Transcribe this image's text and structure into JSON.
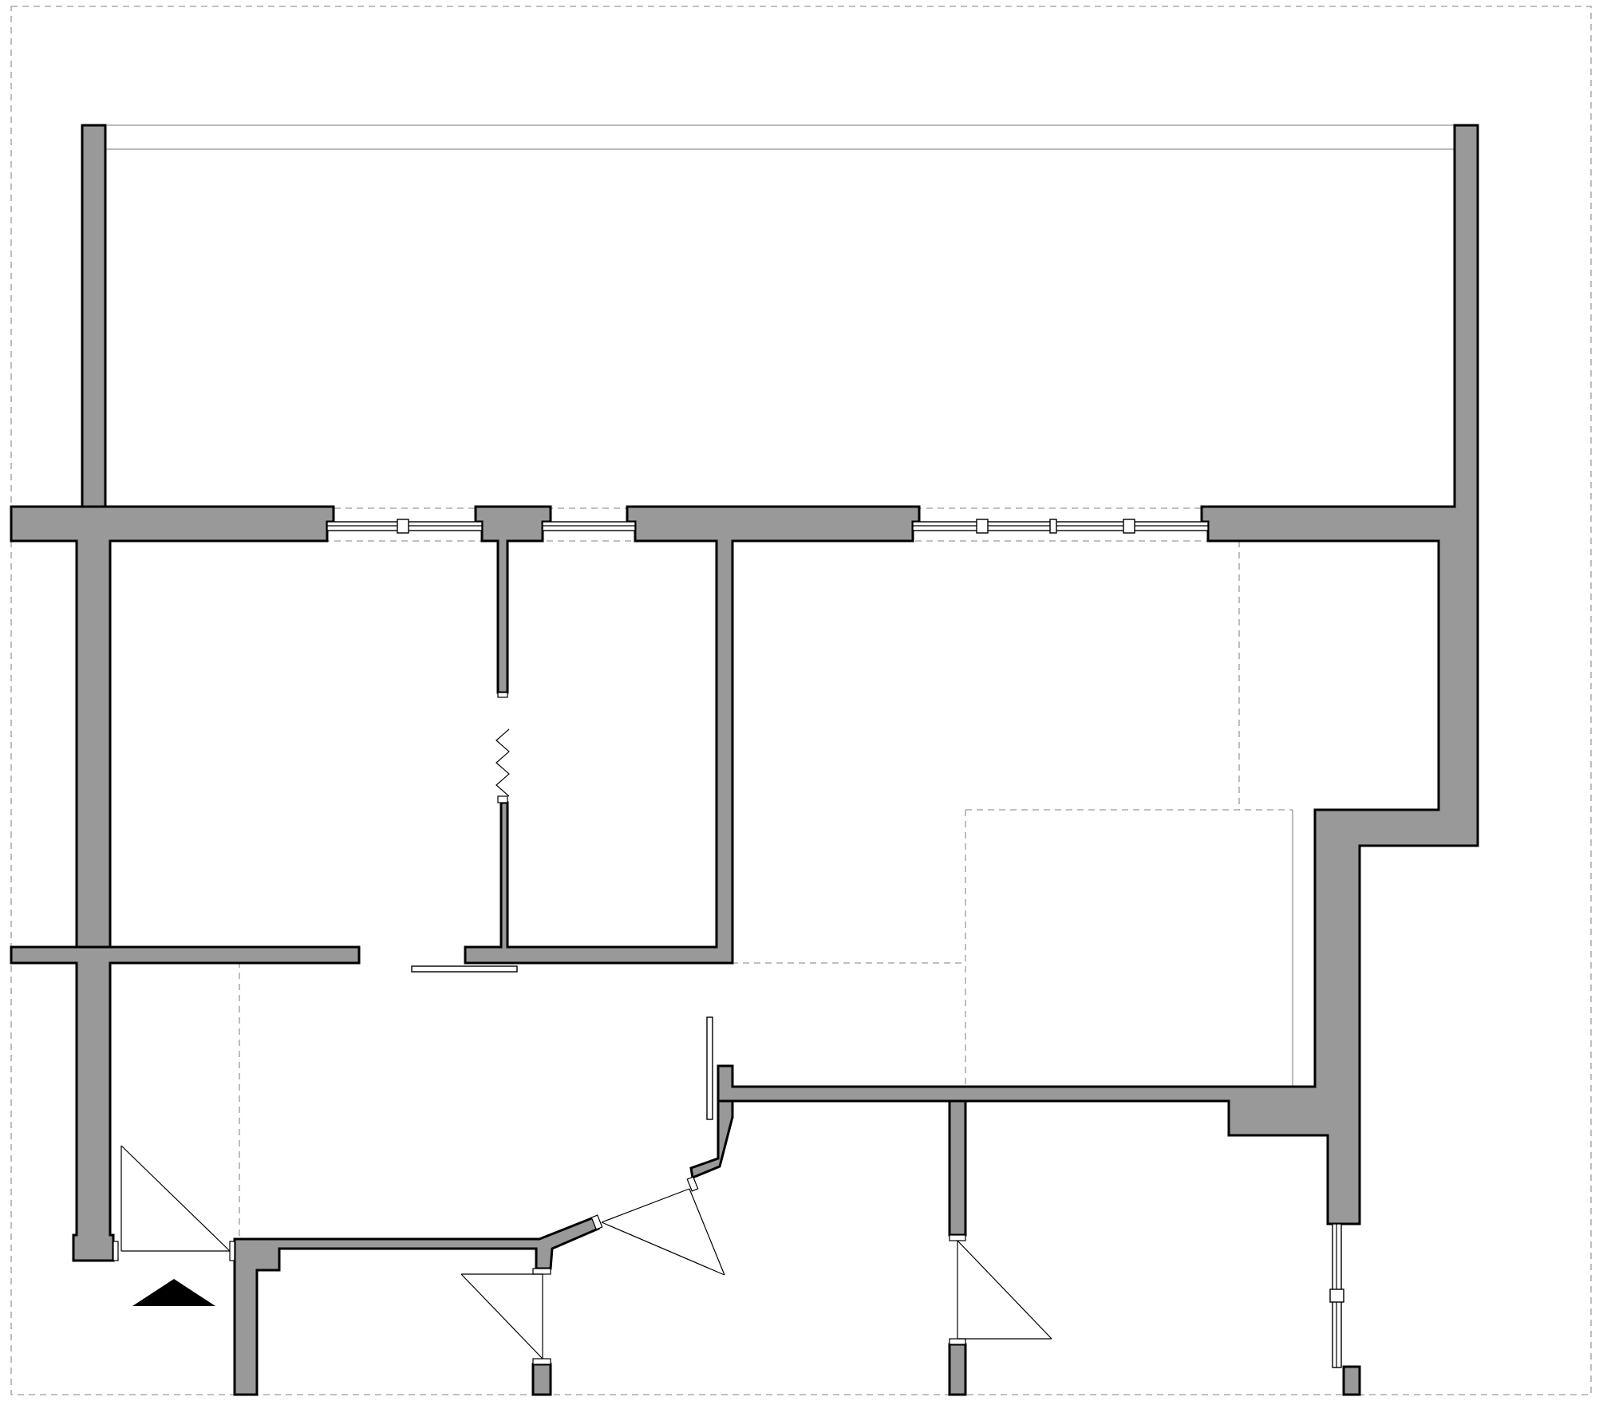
{
  "drawing": {
    "kind": "floor-plan",
    "colors": {
      "wall_fill": "#999999",
      "outline": "#000000",
      "background": "#ffffff",
      "dashed_guides": "#9a9a9a"
    },
    "elements": [
      "exterior-walls",
      "interior-partitions",
      "window-openings",
      "swing-doors",
      "sliding-doors",
      "folding-partition",
      "entrance-arrow",
      "dashed-zone-boundaries"
    ]
  }
}
